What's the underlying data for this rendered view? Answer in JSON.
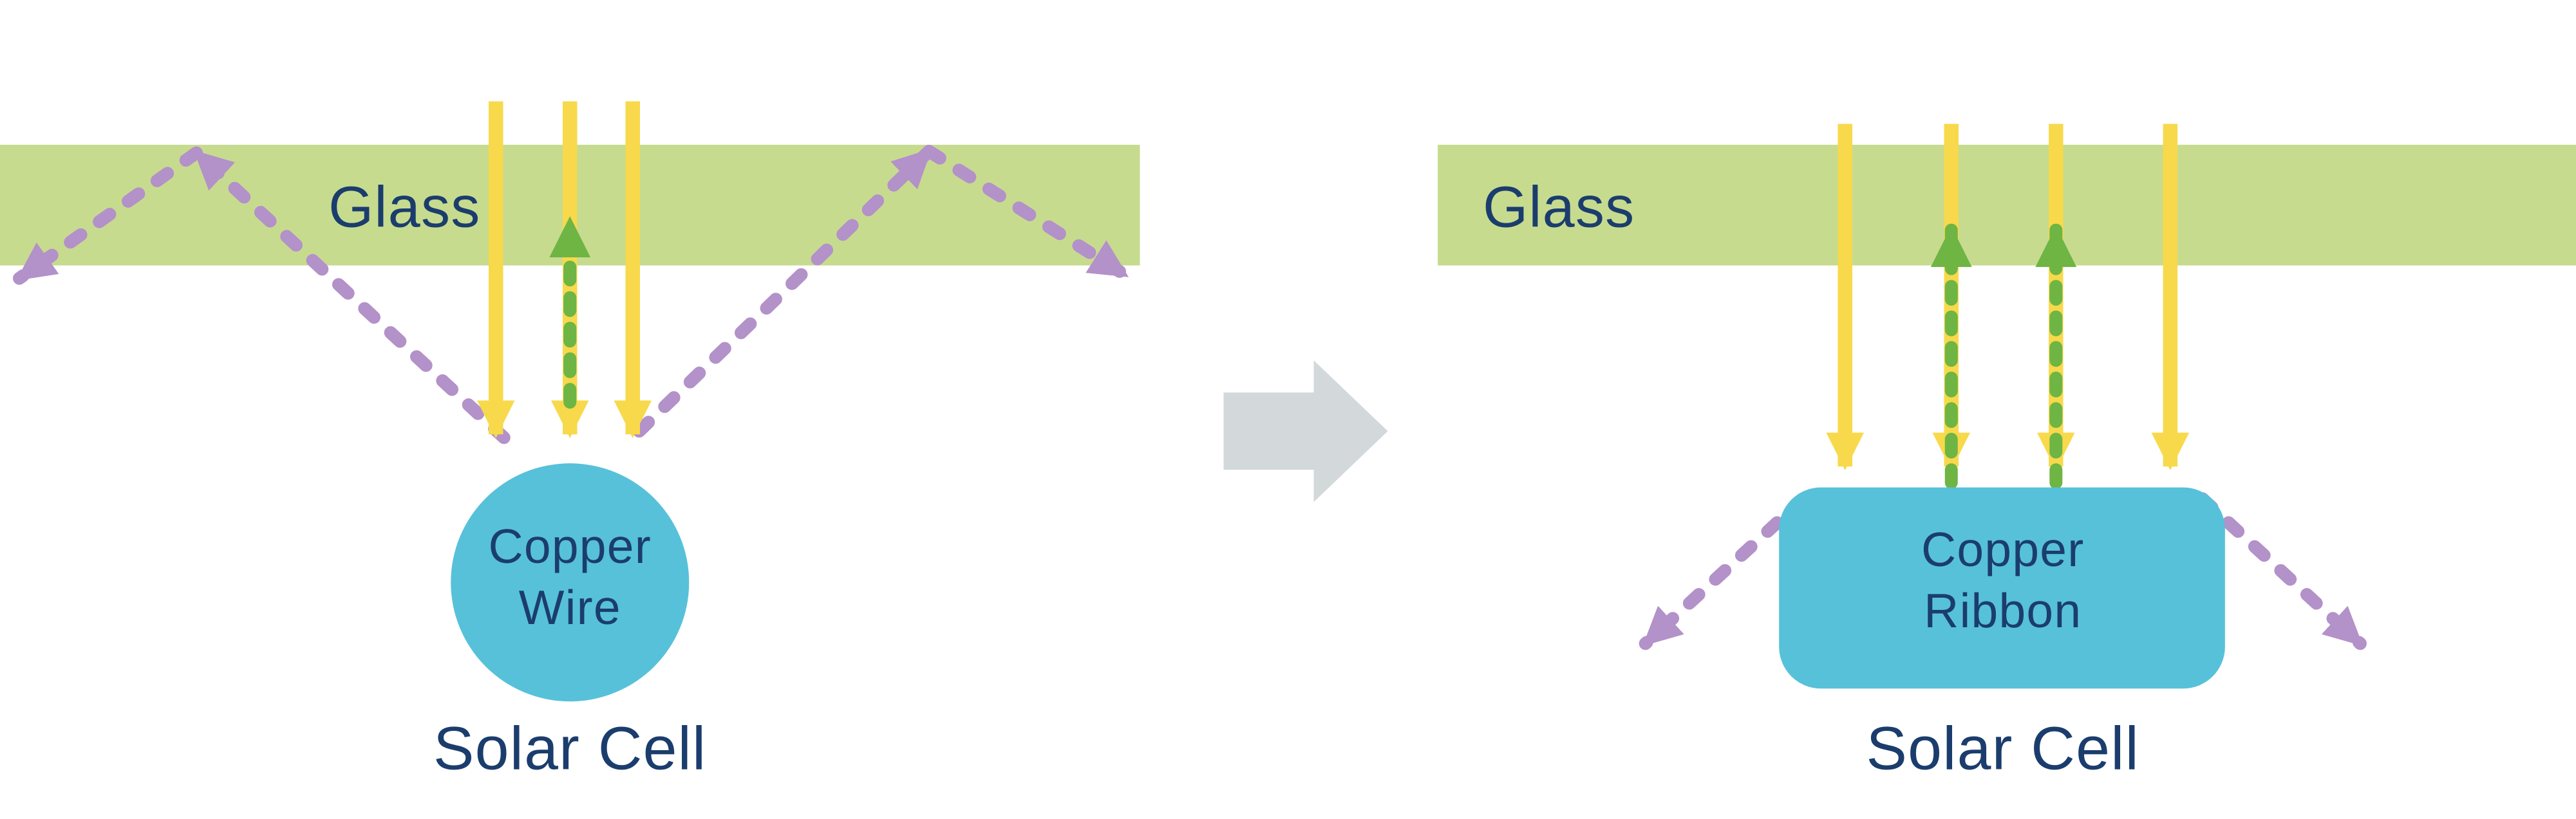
{
  "diagram": {
    "left": {
      "glass_label": "Glass",
      "component_line1": "Copper",
      "component_line2": "Wire",
      "cell_label": "Solar Cell"
    },
    "right": {
      "glass_label": "Glass",
      "component_line1": "Copper",
      "component_line2": "Ribbon",
      "cell_label": "Solar Cell"
    },
    "colors": {
      "glass_green": "#c7db8f",
      "navy_text": "#1b3d6d",
      "sunlight_yellow": "#f7d94b",
      "reflected_green": "#6eb544",
      "scattered_purple": "#b391c9",
      "copper_blue": "#57c1da",
      "transition_gray": "#d3d8da",
      "background": "#ffffff"
    }
  }
}
